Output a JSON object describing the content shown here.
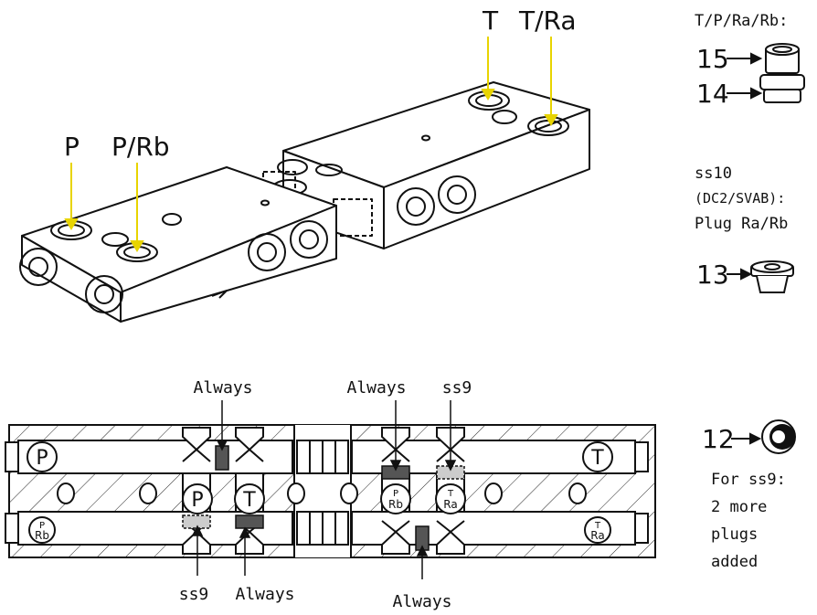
{
  "top_labels": {
    "t": "T",
    "t_ra": "T/Ra",
    "p": "P",
    "p_rb": "P/Rb"
  },
  "side": {
    "heading": "T/P/Ra/Rb:",
    "n15": "15",
    "n14": "14",
    "ss10_line1": "ss10",
    "ss10_line2": "(DC2/SVAB):",
    "ss10_line3": "Plug Ra/Rb",
    "n13": "13",
    "n12": "12",
    "ss9_line1": "For ss9:",
    "ss9_line2": "2 more",
    "ss9_line3": "plugs",
    "ss9_line4": "added"
  },
  "section": {
    "always_1": "Always",
    "always_2": "Always",
    "ss9_top": "ss9",
    "ss9_bottom": "ss9",
    "always_bottom_1": "Always",
    "always_bottom_2": "Always",
    "port_p_left": "P",
    "port_p_mid": "P",
    "port_t_mid": "T",
    "port_t_right": "T",
    "port_p_rb_left_top": "P",
    "port_p_rb_left_bottom": "Rb",
    "port_p_rb_mid_top": "P",
    "port_p_rb_mid_bottom": "Rb",
    "port_t_ra_mid_top": "T",
    "port_t_ra_mid_bottom": "Ra",
    "port_t_ra_right_top": "T",
    "port_t_ra_right_bottom": "Ra"
  },
  "colors": {
    "arrow_yellow": "#e8d400",
    "dark_plug": "#555555",
    "light_plug": "#cccccc"
  }
}
